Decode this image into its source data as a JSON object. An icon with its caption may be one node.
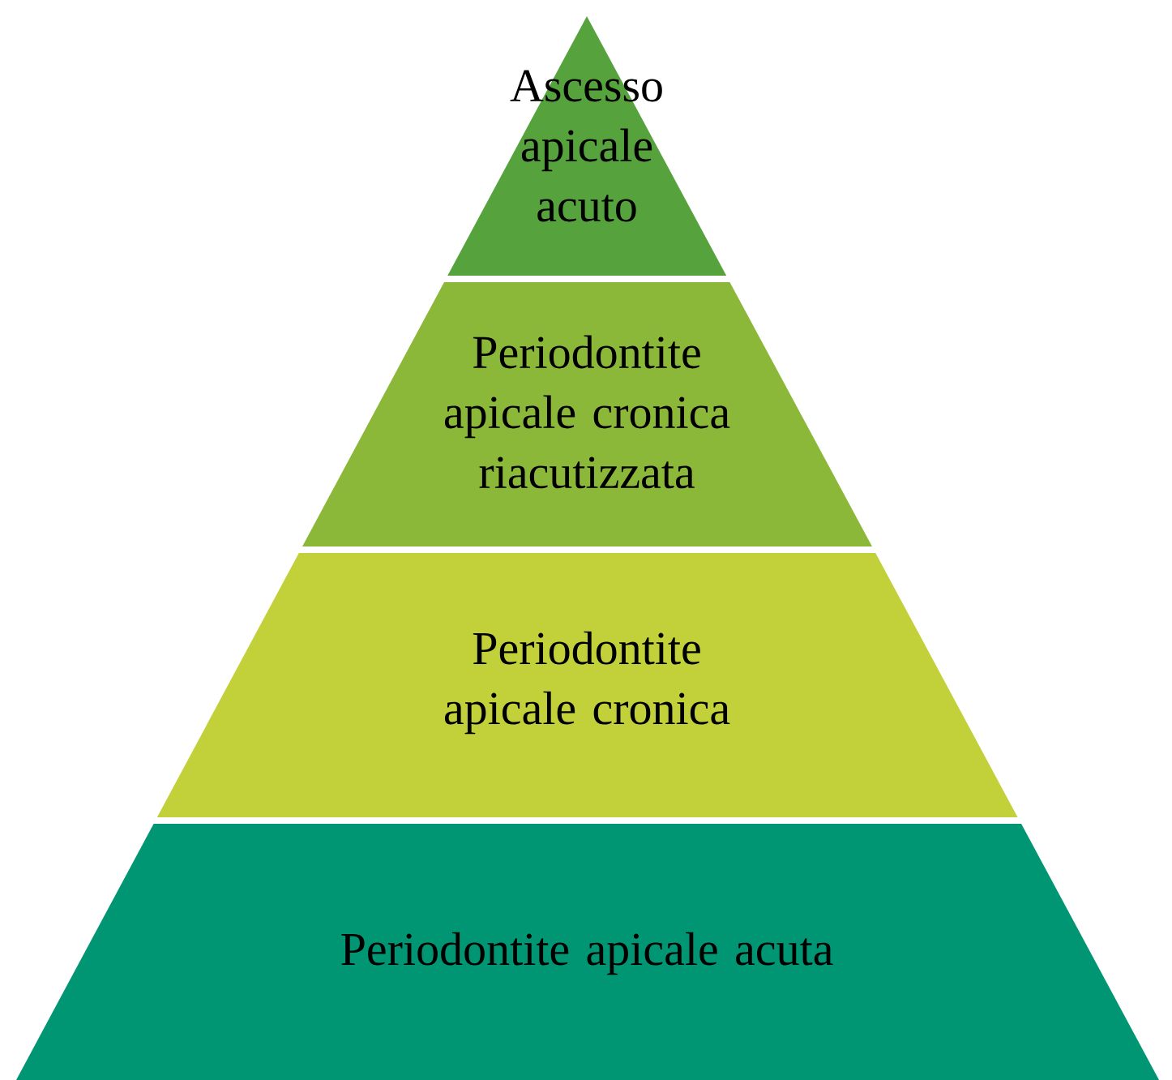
{
  "diagram": {
    "nodes": [
      {
        "text": [
          "Ascesso apicale acuto"
        ]
      },
      {
        "text": [
          "Periodontite apicale cronica riacutizzata"
        ]
      },
      {
        "text": [
          "Periodontite apicale cronica"
        ]
      },
      {
        "text": [
          "Periodontite apicale acuta"
        ]
      }
    ]
  }
}
